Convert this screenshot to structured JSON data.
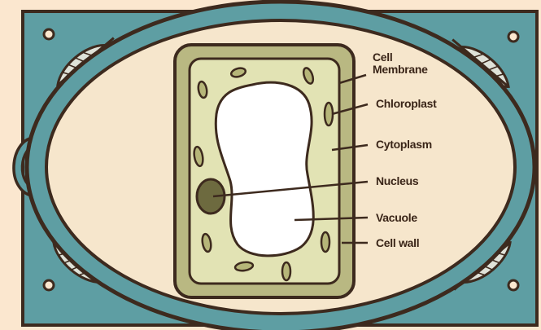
{
  "diagram": {
    "labels": {
      "cell_membrane_line1": "Cell",
      "cell_membrane_line2": "Membrane",
      "chloroplast": "Chloroplast",
      "cytoplasm": "Cytoplasm",
      "nucleus": "Nucleus",
      "vacuole": "Vacuole",
      "cell_wall": "Cell wall"
    },
    "colors": {
      "background": "#fbe7cf",
      "frame_teal": "#5e9ea3",
      "outline": "#3d2a1e",
      "plate": "#f6e6cc",
      "cell_wall": "#b9b882",
      "cytoplasm": "#e2e3b4",
      "chloroplast": "#b6b679",
      "nucleus": "#6d6a3f",
      "vacuole": "#ffffff"
    }
  }
}
